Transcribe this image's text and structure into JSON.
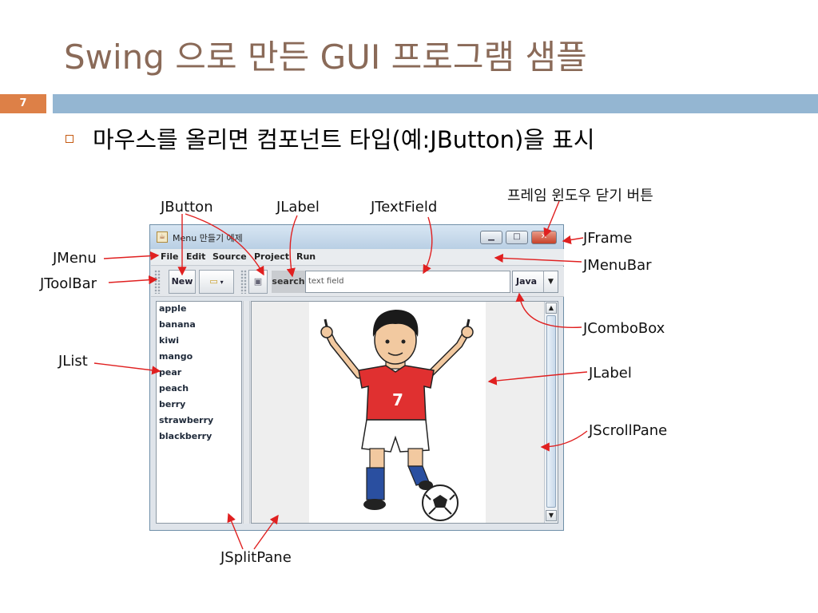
{
  "slide": {
    "title": "Swing 으로 만든 GUI 프로그램 샘플",
    "number": "7",
    "bullet": "마우스를 올리면 컴포넌트 타입(예:JButton)을 표시"
  },
  "annotations": {
    "frame_close": "프레임 윈도우 닫기 버튼",
    "jbutton": "JButton",
    "jlabel_top": "JLabel",
    "jtextfield": "JTextField",
    "jframe": "JFrame",
    "jmenu": "JMenu",
    "jmenubar": "JMenuBar",
    "jtoolbar": "JToolBar",
    "jcombobox": "JComboBox",
    "jlist": "JList",
    "jlabel_right": "JLabel",
    "jscrollpane": "JScrollPane",
    "jsplitpane": "JSplitPane"
  },
  "window": {
    "title": "Menu 만들기 예제",
    "menu": [
      "File",
      "Edit",
      "Source",
      "Project",
      "Run"
    ],
    "toolbar": {
      "new_label": "New",
      "search_label": "search",
      "text_field_value": "text field",
      "combo_value": "Java"
    },
    "list_items": [
      "apple",
      "banana",
      "kiwi",
      "mango",
      "pear",
      "peach",
      "berry",
      "strawberry",
      "blackberry"
    ],
    "image_number": "7"
  },
  "colors": {
    "title": "#8a6a58",
    "accent_bar": "#94b6d2",
    "slide_number_bg": "#dd8047",
    "arrow": "#e02020",
    "jersey": "#e03030",
    "shorts": "#ffffff",
    "socks": "#2a4fa0"
  },
  "icons": [
    "java-app-icon",
    "minimize-icon",
    "maximize-icon",
    "close-icon",
    "new-folder-icon",
    "save-icon",
    "chevron-down-icon",
    "scroll-up-icon",
    "scroll-down-icon"
  ]
}
